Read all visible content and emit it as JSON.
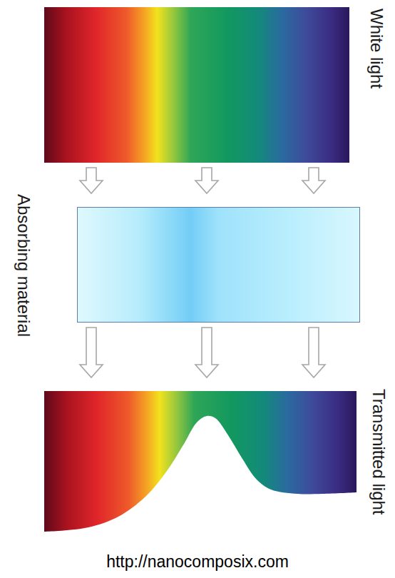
{
  "diagram": {
    "nodes": [
      {
        "text": [
          "White light"
        ]
      },
      {
        "text": [
          "Absorbing material"
        ]
      },
      {
        "text": [
          "Transmitted light"
        ]
      }
    ],
    "edges": [
      {
        "from": 0,
        "to": 1,
        "arrow": "to"
      },
      {
        "from": 0,
        "to": 1,
        "arrow": "to"
      },
      {
        "from": 0,
        "to": 1,
        "arrow": "to"
      },
      {
        "from": 1,
        "to": 2,
        "arrow": "to"
      },
      {
        "from": 1,
        "to": 2,
        "arrow": "to"
      },
      {
        "from": 1,
        "to": 2,
        "arrow": "to"
      }
    ],
    "labels": [
      "http://nanocomposix.com"
    ]
  }
}
